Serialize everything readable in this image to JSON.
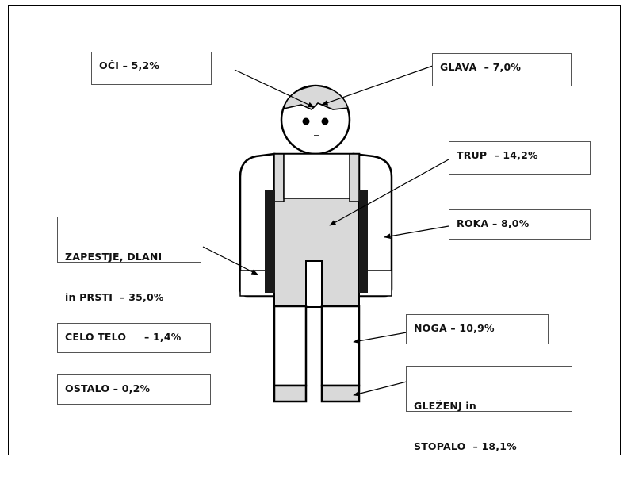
{
  "labels": {
    "oci": {
      "text": "OČI – 5,2%"
    },
    "glava": {
      "text": "GLAVA  – 7,0%"
    },
    "trup": {
      "text": "TRUP  – 14,2%"
    },
    "zapestje": {
      "line1": "ZAPESTJE, DLANI",
      "line2": "in PRSTI  – 35,0%"
    },
    "roka": {
      "text": "ROKA – 8,0%"
    },
    "celo": {
      "text": "CELO TELO     – 1,4%"
    },
    "noga": {
      "text": "NOGA – 10,9%"
    },
    "ostalo": {
      "text": "OSTALO – 0,2%"
    },
    "glezenj": {
      "line1": "GLEŽENJ in",
      "line2": "STOPALO  – 18,1%"
    }
  },
  "colors": {
    "shade": "#d9d9d9",
    "dark": "#1a1a1a",
    "line": "#000000"
  }
}
